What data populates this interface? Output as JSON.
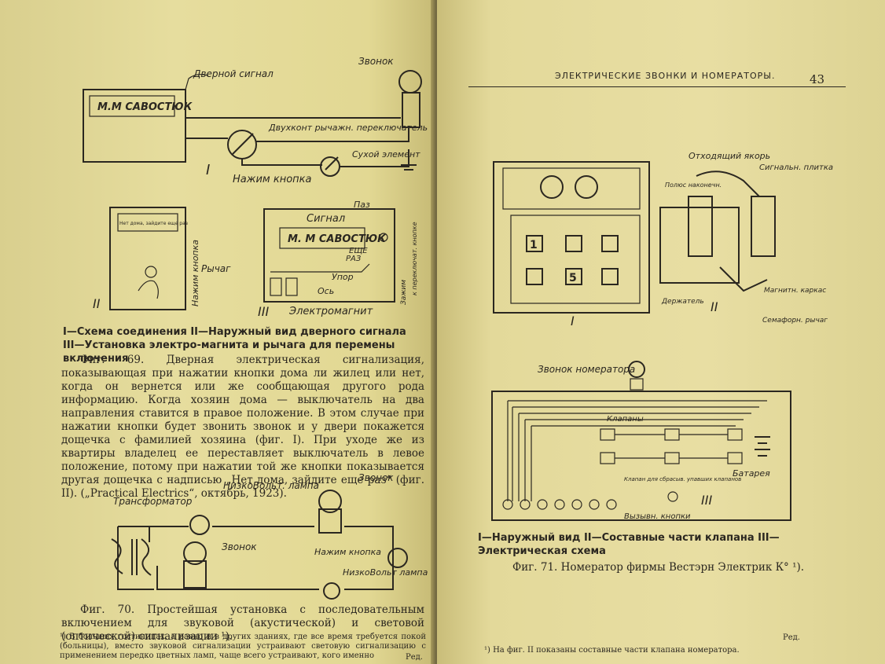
{
  "left_page": {
    "fig69": {
      "labels": {
        "door_signal": "Дверной сигнал",
        "bell": "Звонок",
        "switch": "Двухконт рычажн. переключатель",
        "battery": "Сухой элемент",
        "button": "Нажим кнопка",
        "roman_1": "I",
        "roman_2": "II",
        "roman_3": "III",
        "nameplate": "М.М САВОСТЮК",
        "small_plate": "Нет дома, зайдите еще раз",
        "press_button": "Нажим кнопка",
        "groove": "Паз",
        "signal": "Сигнал",
        "nameplate_2": "М. М САВОСТЮК",
        "again": "ЕЩЕ",
        "once": "РАЗ",
        "stop": "Упор",
        "axis": "Ось",
        "lever": "Рычаг",
        "clamp": "Зажим",
        "vertical_note": "к переключат. кнопке",
        "electromagnet": "Электромагнит"
      },
      "caption": "I—Схема соединения II—Наружный вид дверного сигнала III—Установка электро-магнита и рычага для перемены включения",
      "text": "Фиг. 69. Дверная электрическая сигнализация, показывающая при нажатии кнопки дома ли жилец или нет, когда он вернется или же сообщающая другого рода информацию. Когда хозяин дома — выключатель на два направления ставится в правое положение. В этом случае при нажатии кнопки будет звонить звонок и у двери покажется дощечка с фамилией хозяина (фиг. I). При уходе же из квартиры владелец ее переставляет выключатель в левое положение, потому при нажатии той же кнопки показывается другая дощечка с надписью „Нет дома, зайдите еще раз“ (фиг. II). („Practical Electrics“, октябрь, 1923)."
    },
    "fig70": {
      "labels": {
        "transformer": "Трансформатор",
        "lamp_top": "НизкоВольт. лампа",
        "bell_top": "Звонок",
        "bell_mid": "Звонок",
        "button": "Нажим кнопка",
        "lamp_bottom": "НизкоВольт лампа"
      },
      "text": "Фиг. 70. Простейшая установка с последовательным включением для звуковой (акустической) и световой (оптической) сигнализации ¹)."
    },
    "footnote": "¹) В больших гостиницах, а равно и в других зданиях, где все время требуется покой (больницы), вместо звуковой сигнализации устраивают световую сигнализацию с применением передко цветных ламп, чаще всего устраивают, кого именно",
    "footnote_tail": "Ред."
  },
  "right_page": {
    "header": "ЭЛЕКТРИЧЕСКИЕ ЗВОНКИ И НОМЕРАТОРЫ.",
    "page_number": "43",
    "fig71": {
      "labels": {
        "numbers": [
          "1",
          "",
          "",
          "",
          "5",
          ""
        ],
        "roman_1": "I",
        "roman_2": "II",
        "roman_3": "III",
        "anchor": "Отходящий якорь",
        "signal_plate": "Сигнальн. плитка",
        "pole_tips": "Полюс наконечн.",
        "holder": "Держатель",
        "magnet_frame": "Магнитн. каркас",
        "semaphore": "Семафорн. рычаг",
        "bell": "Звонок номератора",
        "valves": "Клапаны",
        "battery": "Батарея",
        "valve_note": "Клапан для сбрасыв. упавших клапанов",
        "call_buttons": "Вызывн. кнопки"
      },
      "caption": "I—Наружный вид II—Составные части клапана III—Электрическая схема",
      "text": "Фиг. 71. Номератор фирмы Вестэрн Электрик К° ¹)."
    },
    "footnote_tail": "Ред.",
    "footnote": "¹) На фиг. II показаны составные части клапана номератора."
  }
}
